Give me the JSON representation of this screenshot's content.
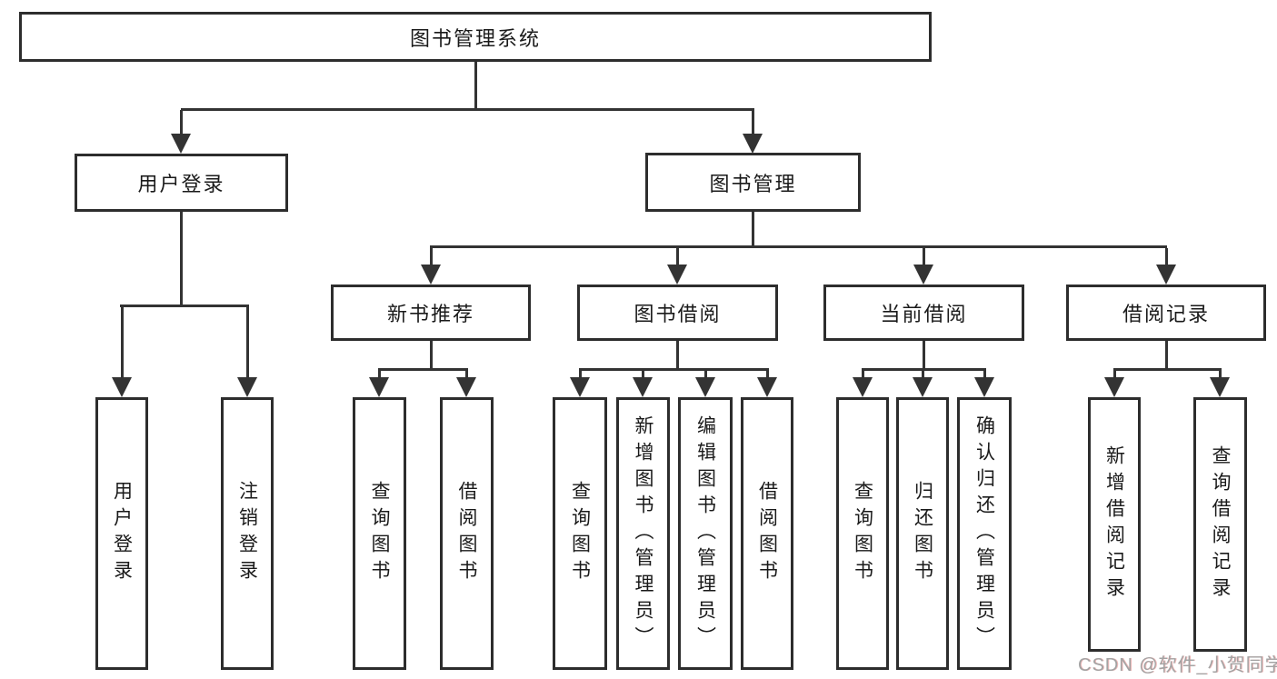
{
  "colors": {
    "line": "#333333",
    "box_border": "#2d2d2d",
    "text": "#1a1a1a",
    "watermark": "#a3a3a3",
    "background": "#ffffff"
  },
  "watermark": {
    "text": "CSDN @软件_小贺同学"
  },
  "tree": {
    "root": {
      "label": "图书管理系统"
    },
    "branches": [
      {
        "label": "用户登录",
        "children": [
          {
            "label": "用户登录"
          },
          {
            "label": "注销登录"
          }
        ]
      },
      {
        "label": "图书管理",
        "children": [
          {
            "label": "新书推荐",
            "children": [
              {
                "label": "查询图书"
              },
              {
                "label": "借阅图书"
              }
            ]
          },
          {
            "label": "图书借阅",
            "children": [
              {
                "label": "查询图书"
              },
              {
                "label": "新增图书（管理员）"
              },
              {
                "label": "编辑图书（管理员）"
              },
              {
                "label": "借阅图书"
              }
            ]
          },
          {
            "label": "当前借阅",
            "children": [
              {
                "label": "查询图书"
              },
              {
                "label": "归还图书"
              },
              {
                "label": "确认归还（管理员）"
              }
            ]
          },
          {
            "label": "借阅记录",
            "children": [
              {
                "label": "新增借阅记录"
              },
              {
                "label": "查询借阅记录"
              }
            ]
          }
        ]
      }
    ]
  }
}
